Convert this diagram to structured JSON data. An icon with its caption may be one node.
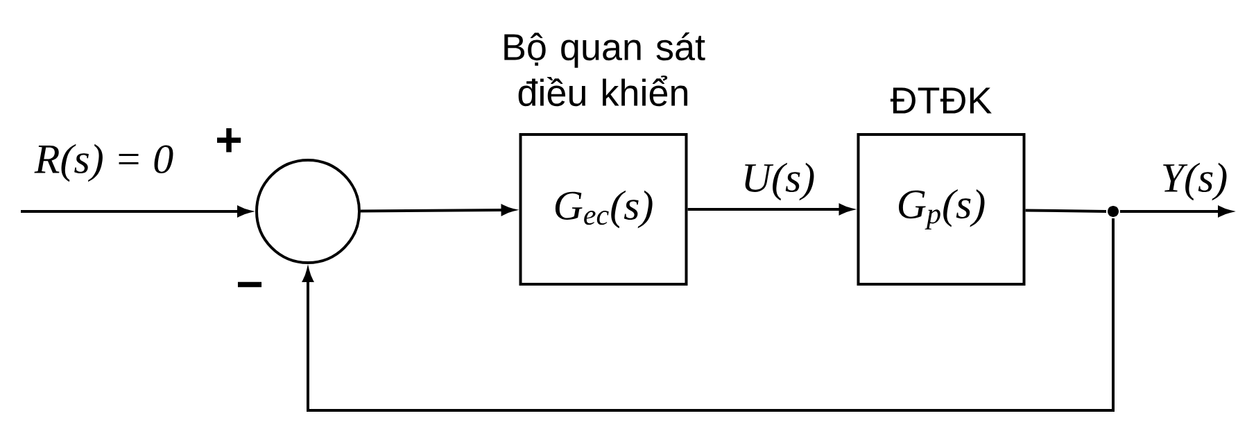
{
  "diagram": {
    "nodes": [
      {
        "text": [],
        "shape": "circle"
      },
      {
        "text": [
          "Bộ quan sát điều khiển",
          "G$_{ec}$(s)"
        ]
      },
      {
        "text": [
          "ĐTĐK",
          "G$_{p}$(s)"
        ]
      },
      {
        "text": [],
        "shape": "circle"
      }
    ],
    "edges": [
      {
        "from": null,
        "to": 0,
        "arrow": "to",
        "label": "R(s) = 0"
      },
      {
        "from": 0,
        "to": 1,
        "arrow": "to"
      },
      {
        "from": 1,
        "to": 2,
        "arrow": "to",
        "label": "U(s)"
      },
      {
        "from": 2,
        "to": 3,
        "arrow": "none"
      },
      {
        "from": 3,
        "to": null,
        "arrow": "to",
        "label": "Y(s)"
      },
      {
        "from": 3,
        "to": 0,
        "arrow": "to"
      }
    ],
    "labels": [
      "+",
      "−"
    ]
  }
}
